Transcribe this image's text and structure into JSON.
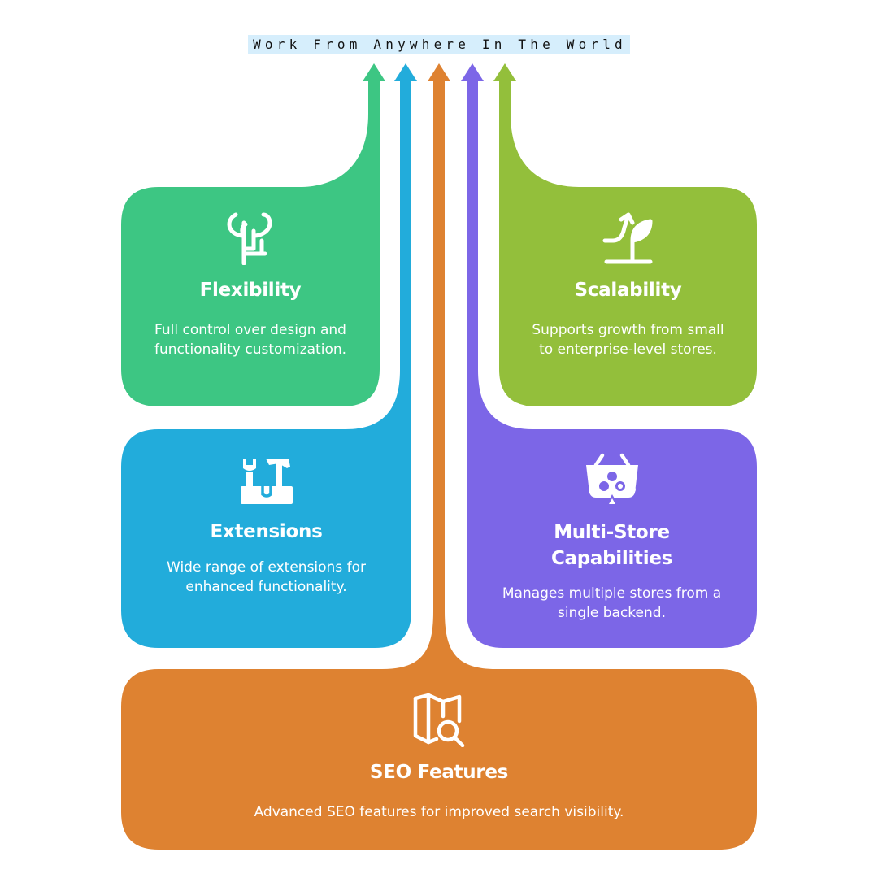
{
  "title": "Work From Anywhere In The World",
  "colors": {
    "flexibility": "#3dc683",
    "extensions": "#22acdb",
    "seo": "#de8231",
    "multistore": "#7c66e7",
    "scalability": "#93bf3b"
  },
  "cards": {
    "flexibility": {
      "heading": "Flexibility",
      "desc": "Full control over design and functionality customization.",
      "icon": "tree-icon"
    },
    "scalability": {
      "heading": "Scalability",
      "desc": "Supports growth from small to enterprise-level stores.",
      "icon": "sprout-growth-icon"
    },
    "extensions": {
      "heading": "Extensions",
      "desc": "Wide range of extensions for enhanced functionality.",
      "icon": "toolbox-icon"
    },
    "multistore": {
      "heading": "Multi-Store Capabilities",
      "desc": "Manages multiple stores from a single backend.",
      "icon": "basket-icon"
    },
    "seo": {
      "heading": "SEO Features",
      "desc": "Advanced SEO features for improved search visibility.",
      "icon": "map-search-icon"
    }
  }
}
